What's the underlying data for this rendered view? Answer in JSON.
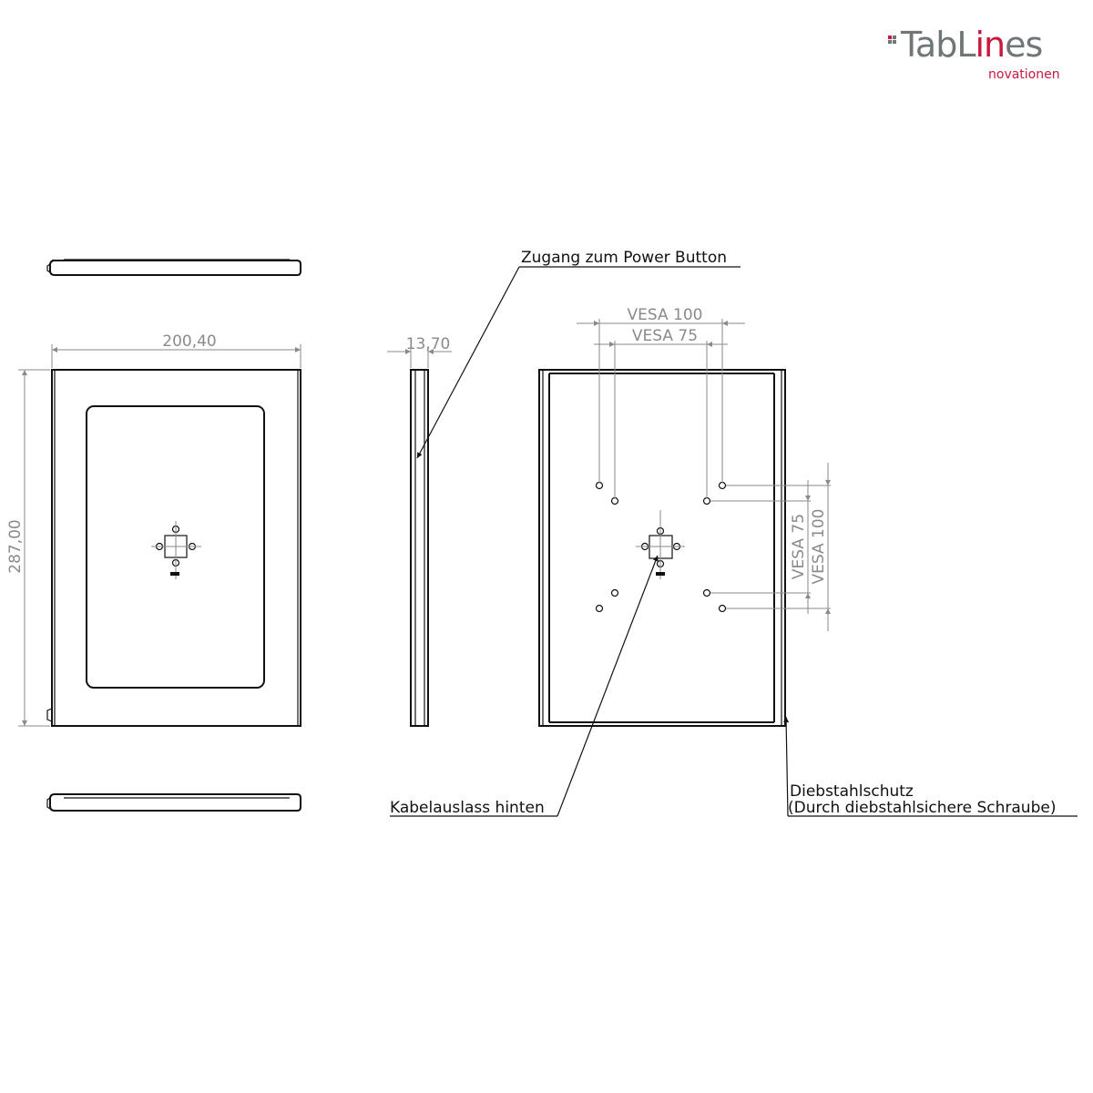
{
  "logo": {
    "brand_prefix": "TabL",
    "brand_highlight": "in",
    "brand_suffix": "es",
    "tagline": "novationen",
    "gray": "#707578",
    "red": "#c8193c"
  },
  "dimensions": {
    "width": "200,40",
    "height": "287,00",
    "depth": "13,70",
    "vesa_100_h": "VESA 100",
    "vesa_75_h": "VESA 75",
    "vesa_75_v": "VESA 75",
    "vesa_100_v": "VESA 100"
  },
  "annotations": {
    "power_button": "Zugang zum Power Button",
    "cable_outlet": "Kabelauslass hinten",
    "theft_protection": "Diebstahlschutz",
    "theft_protection_detail": "(Durch diebstahlsichere Schraube)"
  },
  "colors": {
    "line": "#111111",
    "dimension": "#8a8a8a"
  }
}
